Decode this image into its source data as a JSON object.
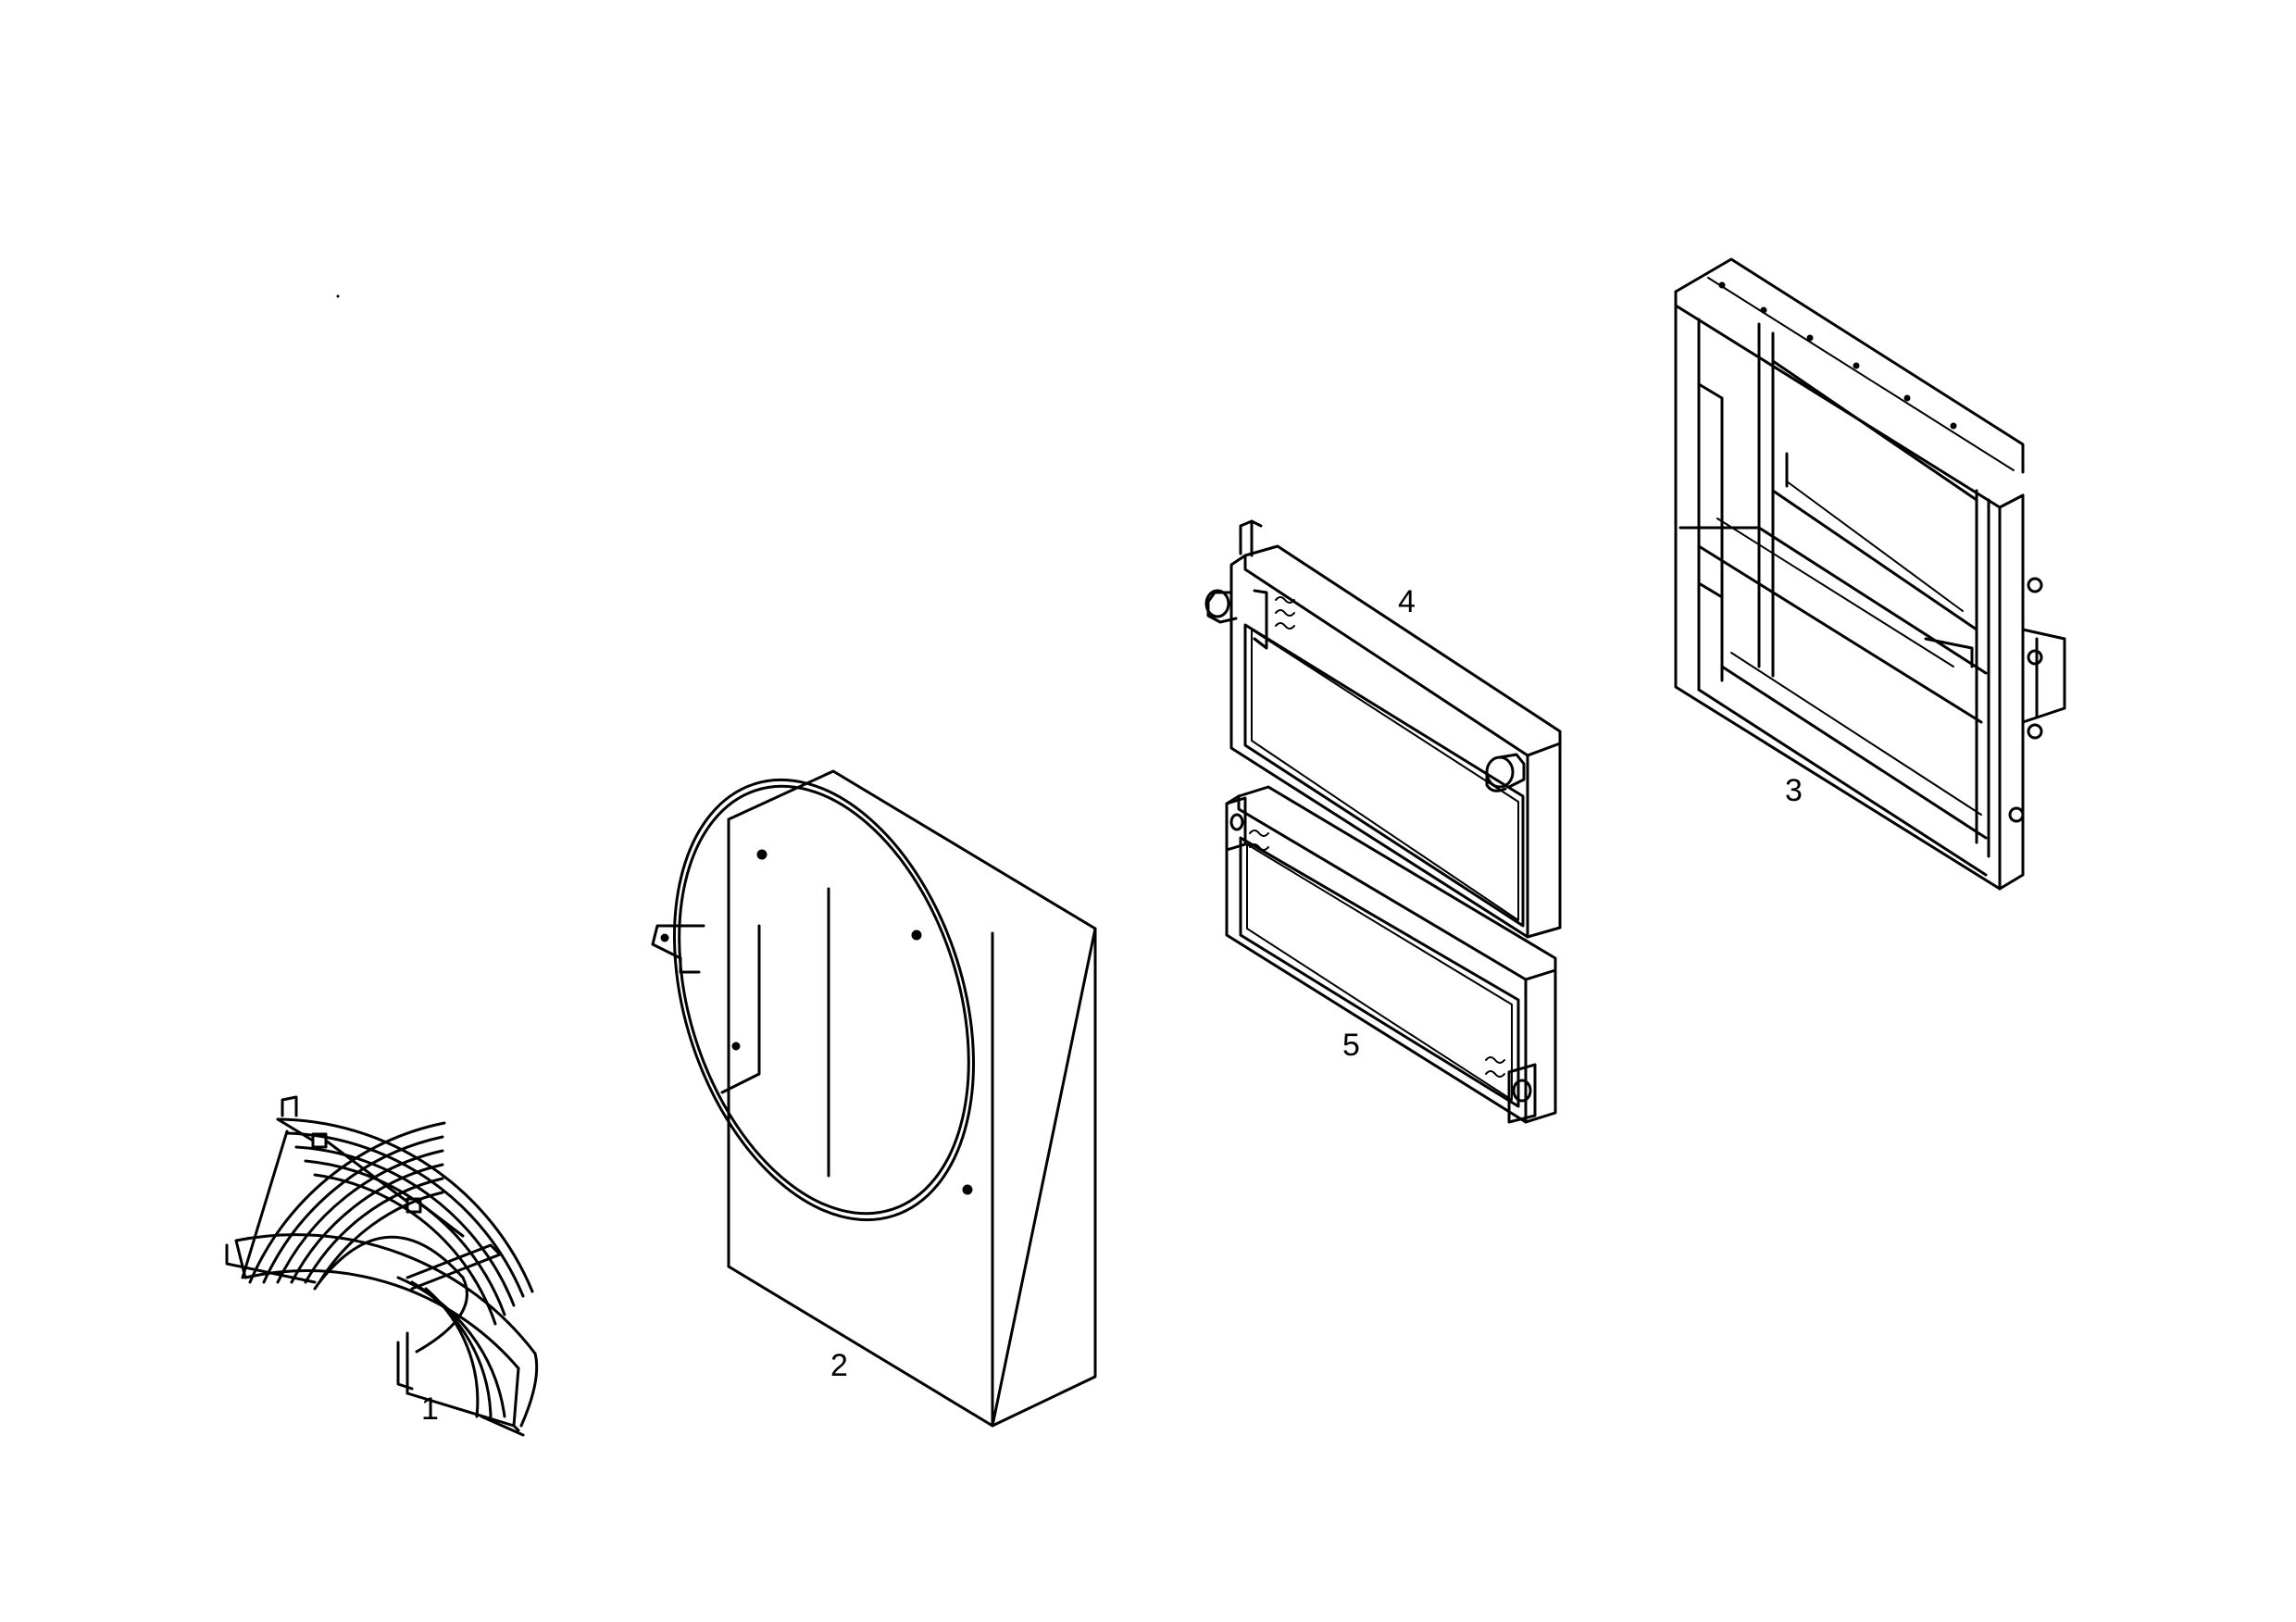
{
  "labels": {
    "part1": "1",
    "part2": "2",
    "part3": "3",
    "part4": "4",
    "part5": "5"
  },
  "colors": {
    "line": "#000000",
    "background": "#ffffff"
  }
}
